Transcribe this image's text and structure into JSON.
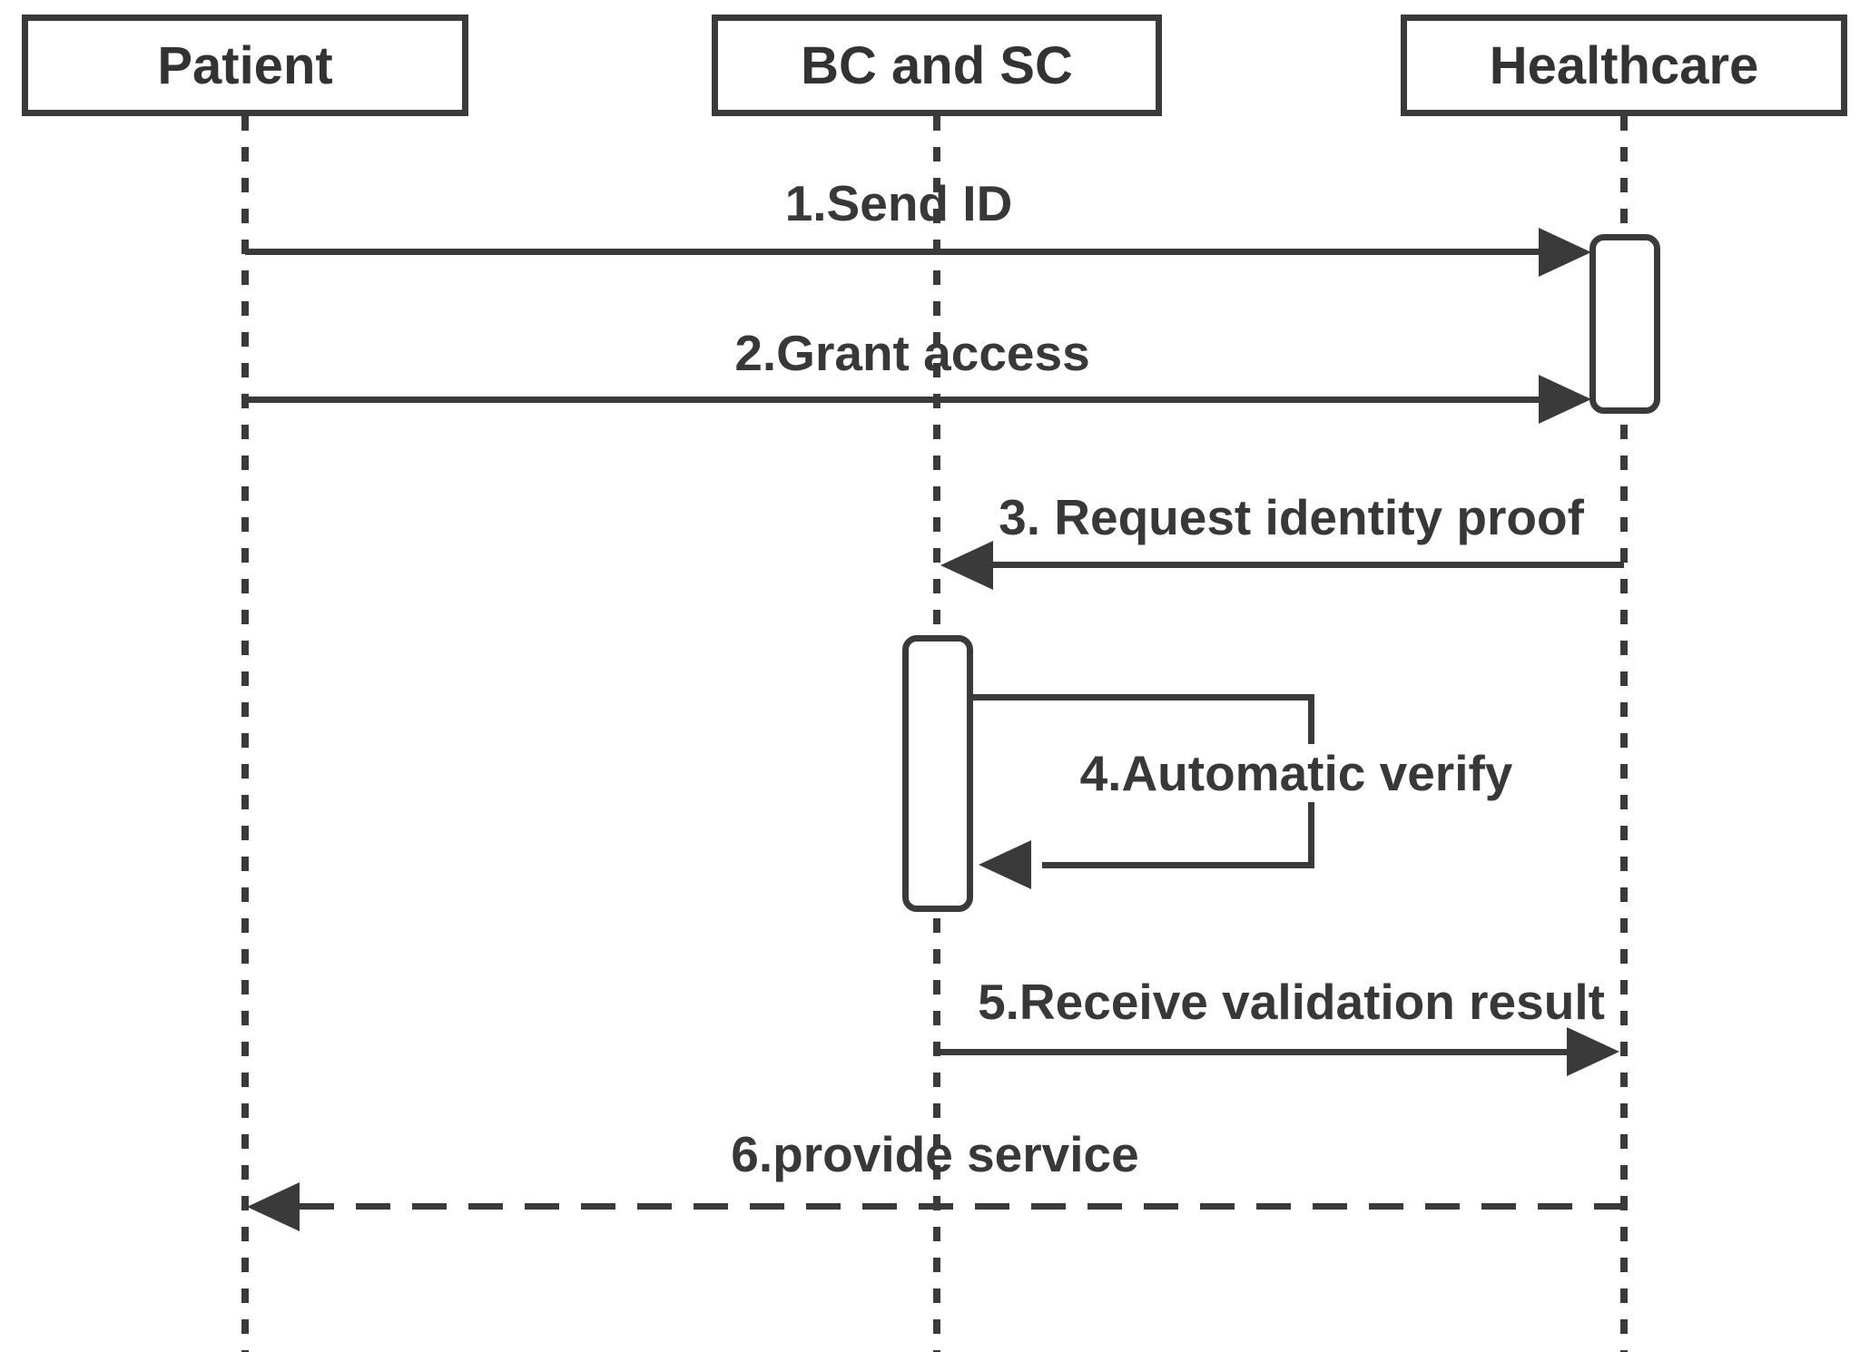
{
  "diagram": {
    "type": "uml-sequence-diagram",
    "background_color": "#ffffff",
    "line_color": "#3a3a3a",
    "text_color": "#383838"
  },
  "actors": [
    {
      "name": "Patient"
    },
    {
      "name": "BC and SC"
    },
    {
      "name": "Healthcare"
    }
  ],
  "messages": [
    {
      "label": "1.Send ID",
      "from": "Patient",
      "to": "Healthcare",
      "line": "solid",
      "direction": "right"
    },
    {
      "label": "2.Grant access",
      "from": "Patient",
      "to": "Healthcare",
      "line": "solid",
      "direction": "right"
    },
    {
      "label": "3. Request identity proof",
      "from": "Healthcare",
      "to": "BC and SC",
      "line": "solid",
      "direction": "left"
    },
    {
      "label": "4.Automatic verify",
      "from": "BC and SC",
      "to": "BC and SC",
      "line": "solid",
      "direction": "self"
    },
    {
      "label": "5.Receive validation result",
      "from": "BC and SC",
      "to": "Healthcare",
      "line": "solid",
      "direction": "right"
    },
    {
      "label": "6.provide service",
      "from": "Healthcare",
      "to": "Patient",
      "line": "dashed",
      "direction": "left"
    }
  ],
  "activations": [
    {
      "actor": "Healthcare",
      "covers": "messages 1-2"
    },
    {
      "actor": "BC and SC",
      "covers": "message 4"
    }
  ]
}
